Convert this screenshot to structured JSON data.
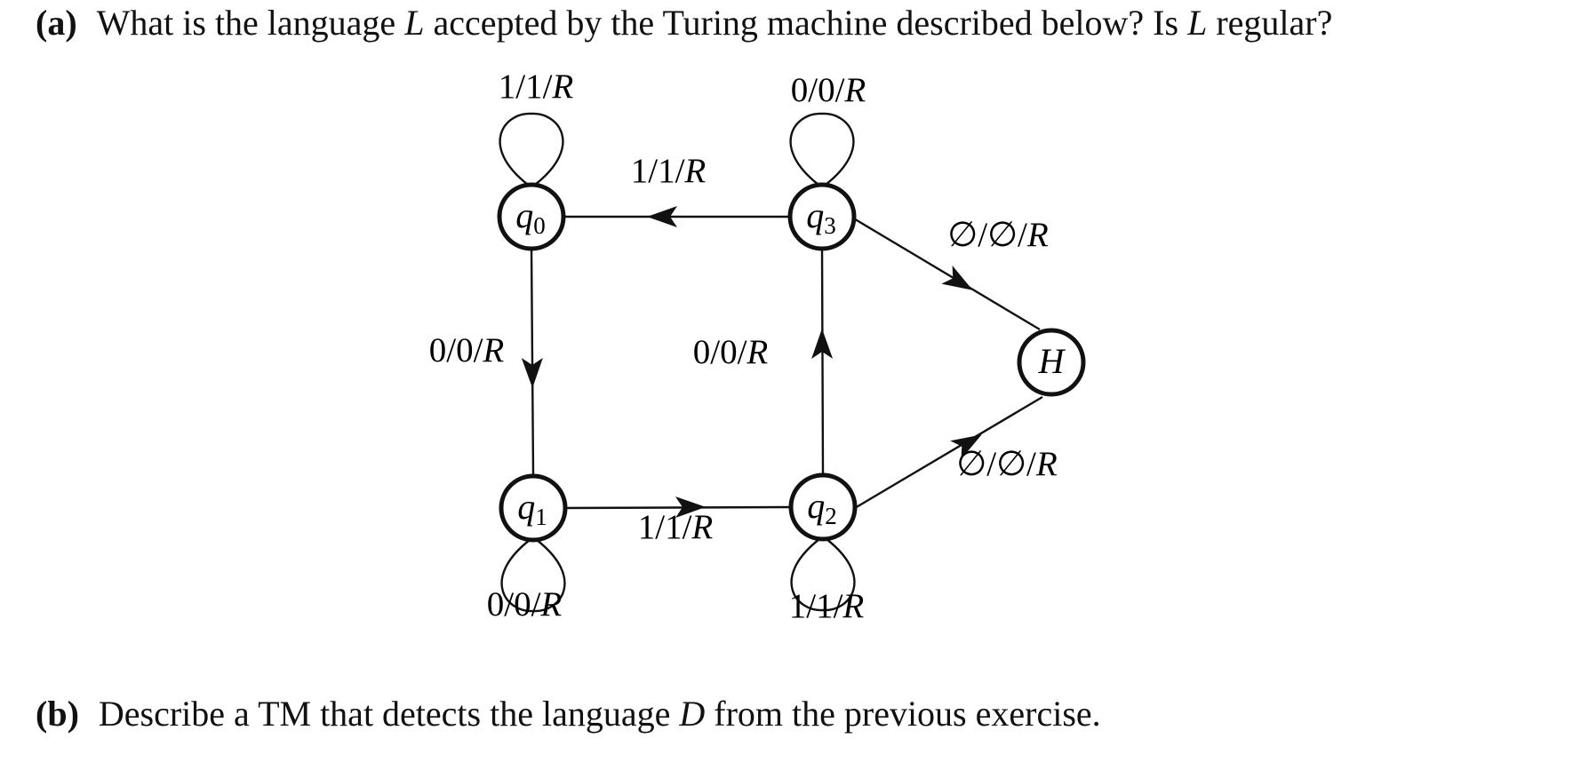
{
  "questions": {
    "a": {
      "label": "(a)",
      "parts": [
        "What is the language ",
        "L",
        " accepted by the Turing machine described below? Is ",
        "L",
        " regular?"
      ]
    },
    "b": {
      "label": "(b)",
      "parts": [
        "Describe a TM that detects the language ",
        "D",
        " from the previous exercise."
      ]
    }
  },
  "diagram": {
    "states": [
      {
        "id": "q0",
        "letter": "q",
        "sub": "0"
      },
      {
        "id": "q1",
        "letter": "q",
        "sub": "1"
      },
      {
        "id": "q2",
        "letter": "q",
        "sub": "2"
      },
      {
        "id": "q3",
        "letter": "q",
        "sub": "3"
      },
      {
        "id": "H",
        "letter": "H",
        "sub": ""
      }
    ],
    "transitions": [
      {
        "id": "q0-loop",
        "from": "q0",
        "to": "q0",
        "read": "1",
        "write": "1",
        "move": "R"
      },
      {
        "id": "q3-loop",
        "from": "q3",
        "to": "q3",
        "read": "0",
        "write": "0",
        "move": "R"
      },
      {
        "id": "q1-loop",
        "from": "q1",
        "to": "q1",
        "read": "0",
        "write": "0",
        "move": "R"
      },
      {
        "id": "q2-loop",
        "from": "q2",
        "to": "q2",
        "read": "1",
        "write": "1",
        "move": "R"
      },
      {
        "id": "q3-q0",
        "from": "q3",
        "to": "q0",
        "read": "1",
        "write": "1",
        "move": "R"
      },
      {
        "id": "q0-q1",
        "from": "q0",
        "to": "q1",
        "read": "0",
        "write": "0",
        "move": "R"
      },
      {
        "id": "q1-q2",
        "from": "q1",
        "to": "q2",
        "read": "1",
        "write": "1",
        "move": "R"
      },
      {
        "id": "q2-q3",
        "from": "q2",
        "to": "q3",
        "read": "0",
        "write": "0",
        "move": "R"
      },
      {
        "id": "q3-H",
        "from": "q3",
        "to": "H",
        "read": "∅",
        "write": "∅",
        "move": "R"
      },
      {
        "id": "q2-H",
        "from": "q2",
        "to": "H",
        "read": "∅",
        "write": "∅",
        "move": "R"
      }
    ]
  }
}
